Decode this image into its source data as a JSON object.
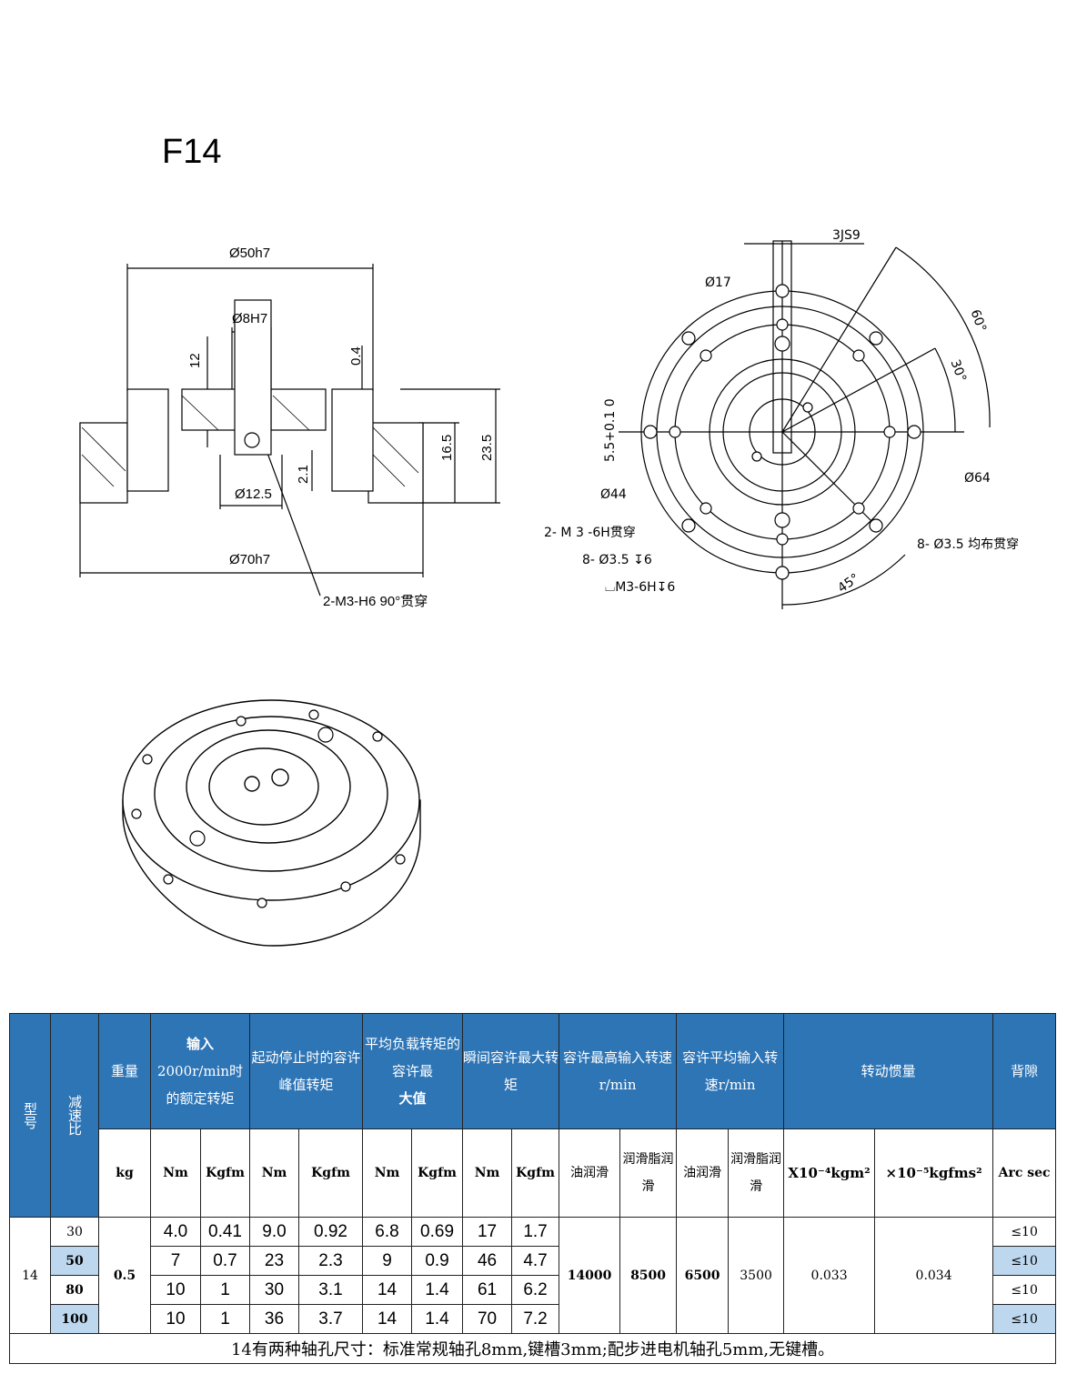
{
  "title": "F14",
  "drawing": {
    "side_view": {
      "dim_outer_top": "Ø50h7",
      "dim_bore": "Ø8H7",
      "dim_12": "12",
      "dim_04": "0.4",
      "dim_235": "23.5",
      "dim_165": "16.5",
      "dim_21": "2.1",
      "dim_125": "Ø12.5",
      "dim_outer_bottom": "Ø70h7",
      "callout_tap": "2-M3-H6 90°贯穿"
    },
    "front_view": {
      "key": "3JS9",
      "d17": "Ø17",
      "ang60": "60°",
      "ang30": "30°",
      "key_offset": "5.5+0.1 0",
      "d44": "Ø44",
      "d64": "Ø64",
      "m3": "2- M 3 -6H贯穿",
      "holes": "8- Ø3.5 ↧6",
      "cbore": "⌴M3-6H↧6",
      "holes_through": "8- Ø3.5 均布贯穿",
      "ang45": "45°"
    }
  },
  "table": {
    "headers": {
      "model": "型号",
      "ratio": "减速比",
      "weight": "重量",
      "input_line1": "输入",
      "input_line2": "2000r/min时的额定转矩",
      "peak": "起动停止时的容许峰值转矩",
      "avg_line1": "平均负载转矩的容许最",
      "avg_line2": "大值",
      "instant": "瞬间容许最大转矩",
      "max_speed": "容许最高输入转速r/min",
      "avg_speed": "容许平均输入转速r/min",
      "inertia": "转动惯量",
      "backlash": "背隙"
    },
    "units": {
      "kg": "kg",
      "nm": "Nm",
      "kgfm": "Kgfm",
      "oil": "油润滑",
      "grease": "润滑脂润滑",
      "inertia_si": "X10⁻⁴kgm²",
      "inertia_kgf": "×10⁻⁵kgfms²",
      "arcsec": "Arc sec"
    },
    "model": "14",
    "weight": "0.5",
    "speeds": {
      "max_oil": "14000",
      "max_grease": "8500",
      "avg_oil": "6500",
      "avg_grease": "3500"
    },
    "inertia": {
      "si": "0.033",
      "kgf": "0.034"
    },
    "rows": [
      {
        "ratio": "30",
        "in_nm": "4.0",
        "in_kgfm": "0.41",
        "pk_nm": "9.0",
        "pk_kgfm": "0.92",
        "avg_nm": "6.8",
        "avg_kgfm": "0.69",
        "ins_nm": "17",
        "ins_kgfm": "1.7",
        "backlash": "≤10"
      },
      {
        "ratio": "50",
        "in_nm": "7",
        "in_kgfm": "0.7",
        "pk_nm": "23",
        "pk_kgfm": "2.3",
        "avg_nm": "9",
        "avg_kgfm": "0.9",
        "ins_nm": "46",
        "ins_kgfm": "4.7",
        "backlash": "≤10"
      },
      {
        "ratio": "80",
        "in_nm": "10",
        "in_kgfm": "1",
        "pk_nm": "30",
        "pk_kgfm": "3.1",
        "avg_nm": "14",
        "avg_kgfm": "1.4",
        "ins_nm": "61",
        "ins_kgfm": "6.2",
        "backlash": "≤10"
      },
      {
        "ratio": "100",
        "in_nm": "10",
        "in_kgfm": "1",
        "pk_nm": "36",
        "pk_kgfm": "3.7",
        "avg_nm": "14",
        "avg_kgfm": "1.4",
        "ins_nm": "70",
        "ins_kgfm": "7.2",
        "backlash": "≤10"
      }
    ],
    "note": "14有两种轴孔尺寸：标准常规轴孔8mm,键槽3mm;配步进电机轴孔5mm,无键槽。"
  }
}
